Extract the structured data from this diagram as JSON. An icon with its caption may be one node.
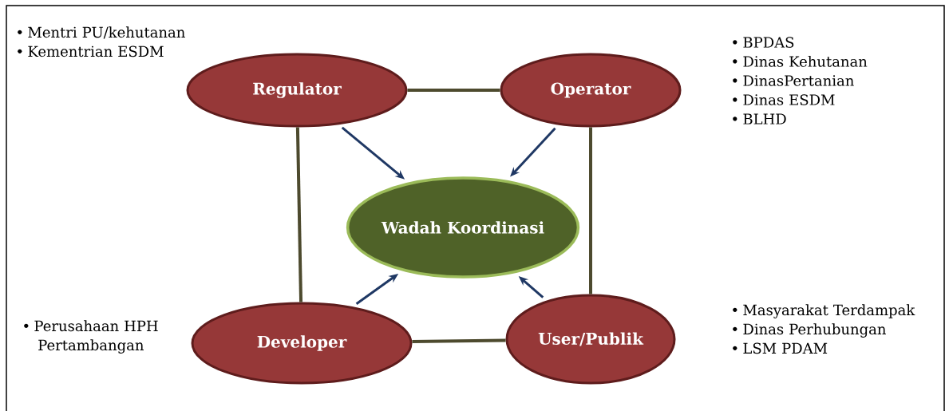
{
  "diagram": {
    "nodes": [
      {
        "text": [
          "Regulator"
        ],
        "beside": [
          "Mentri PU/kehutanan",
          "Kementrian ESDM"
        ]
      },
      {
        "text": [
          "Operator"
        ],
        "beside": [
          "BPDAS",
          "Dinas Kehutanan",
          "DinasPertanian",
          "Dinas ESDM",
          "BLHD"
        ]
      },
      {
        "text": [
          "Wadah Koordinasi"
        ]
      },
      {
        "text": [
          "Developer"
        ],
        "beside": [
          "Perusahaan HPH Pertambangan"
        ]
      },
      {
        "text": [
          "User/Publik"
        ],
        "beside": [
          "Masyarakat Terdampak",
          "Dinas Perhubungan",
          "LSM PDAM"
        ]
      }
    ],
    "edges": [
      {
        "from": 0,
        "to": 1,
        "arrow": "none"
      },
      {
        "from": 0,
        "to": 3,
        "arrow": "none"
      },
      {
        "from": 1,
        "to": 4,
        "arrow": "none"
      },
      {
        "from": 3,
        "to": 4,
        "arrow": "none"
      },
      {
        "from": 0,
        "to": 2,
        "arrow": "to",
        "color": "#1f3864"
      },
      {
        "from": 1,
        "to": 2,
        "arrow": "to",
        "color": "#1f3864"
      },
      {
        "from": 3,
        "to": 2,
        "arrow": "to",
        "color": "#1f3864"
      },
      {
        "from": 4,
        "to": 2,
        "arrow": "to",
        "color": "#1f3864"
      }
    ]
  }
}
